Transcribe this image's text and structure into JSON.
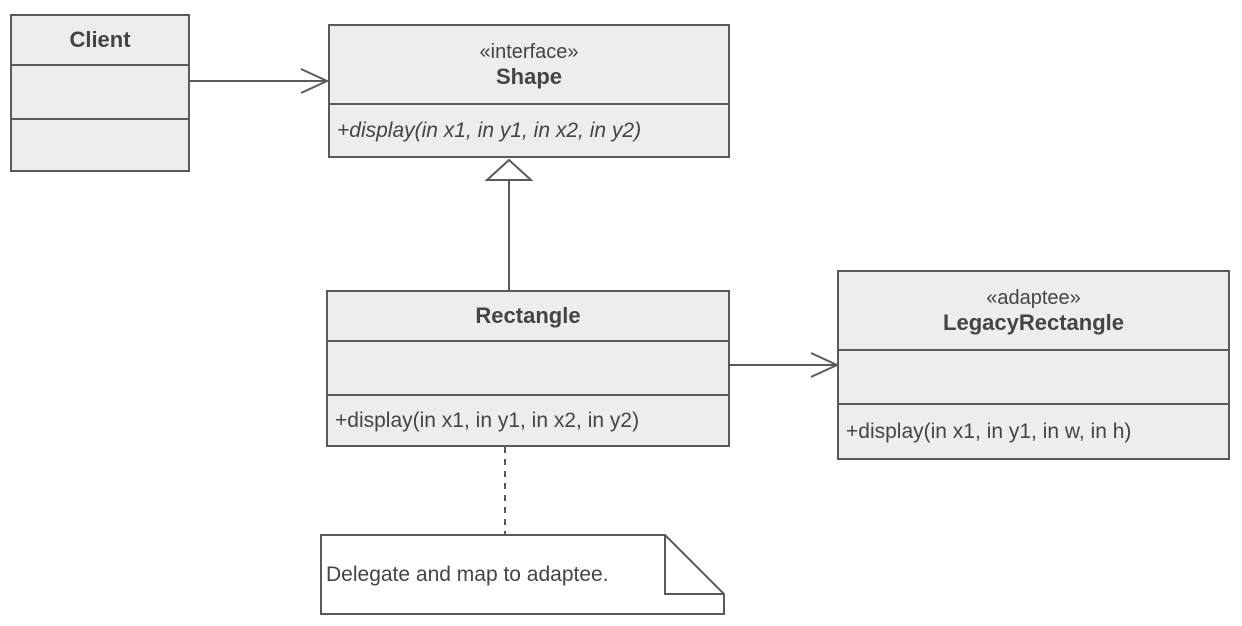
{
  "classes": {
    "client": {
      "name": "Client",
      "operations": []
    },
    "shape": {
      "stereotype": "«interface»",
      "name": "Shape",
      "operations": [
        "+display(in x1, in y1, in x2, in y2)"
      ]
    },
    "rectangle": {
      "name": "Rectangle",
      "operations": [
        "+display(in x1, in y1, in x2, in y2)"
      ]
    },
    "legacy_rectangle": {
      "stereotype": "«adaptee»",
      "name": "LegacyRectangle",
      "operations": [
        "+display(in x1, in y1, in w, in h)"
      ]
    }
  },
  "relationships": [
    {
      "from": "Client",
      "to": "Shape",
      "type": "association"
    },
    {
      "from": "Rectangle",
      "to": "Shape",
      "type": "realization"
    },
    {
      "from": "Rectangle",
      "to": "LegacyRectangle",
      "type": "association"
    },
    {
      "from": "Note",
      "to": "Rectangle",
      "type": "note-anchor"
    }
  ],
  "note": {
    "text": "Delegate and map to adaptee."
  },
  "colors": {
    "box_fill": "#ededed",
    "stroke": "#5a5a5a",
    "text": "#444444"
  }
}
